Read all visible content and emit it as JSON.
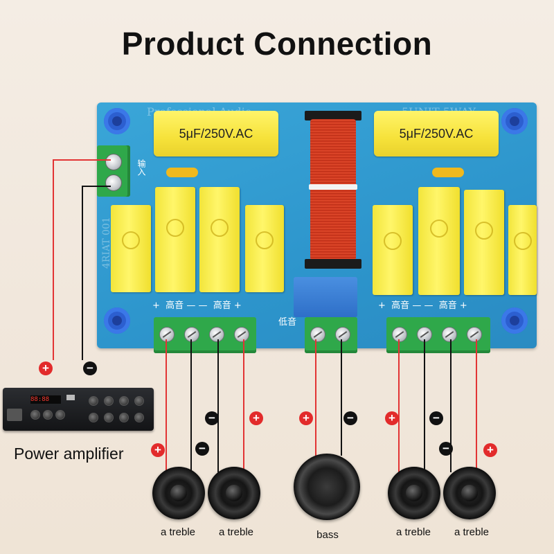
{
  "title": "Product Connection",
  "board": {
    "silk_top_left": "Professional Audio",
    "silk_top_right": "5UNIT 5WAY",
    "silk_left": "4RIAT 001",
    "silk_input": "输入",
    "cap_left_label": "5μF/250V.AC",
    "cap_right_label": "5μF/250V.AC",
    "left_group": {
      "plus1": "+",
      "label1": "高音",
      "minus": "— —",
      "label2": "高音",
      "plus2": "+"
    },
    "right_group": {
      "plus1": "+",
      "label1": "高音",
      "minus": "— —",
      "label2": "高音",
      "plus2": "+"
    },
    "bass_label": "低音"
  },
  "polarity": {
    "plus": "+",
    "minus": "−"
  },
  "amplifier": {
    "label": "Power amplifier",
    "display": "88:88"
  },
  "speakers": [
    {
      "label": "a treble"
    },
    {
      "label": "a treble"
    },
    {
      "label": "bass"
    },
    {
      "label": "a treble"
    },
    {
      "label": "a treble"
    }
  ],
  "colors": {
    "board": "#2d95cc",
    "capacitor": "#f6e23a",
    "terminal": "#2fa84a",
    "wire_positive": "#e23434",
    "wire_negative": "#111111"
  }
}
